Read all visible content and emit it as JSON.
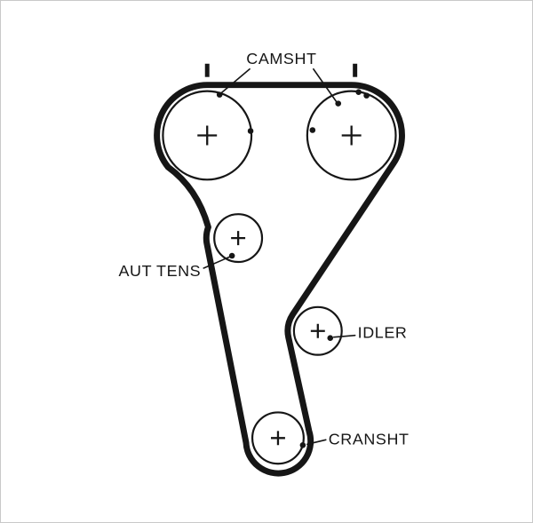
{
  "diagram": {
    "labels": {
      "camshaft": "CAMSHT",
      "auto_tensioner": "AUT TENS",
      "idler": "IDLER",
      "crankshaft": "CRANSHT"
    },
    "colors": {
      "line": "#161616",
      "background": "#ffffff",
      "border": "#c9c9c9"
    }
  }
}
